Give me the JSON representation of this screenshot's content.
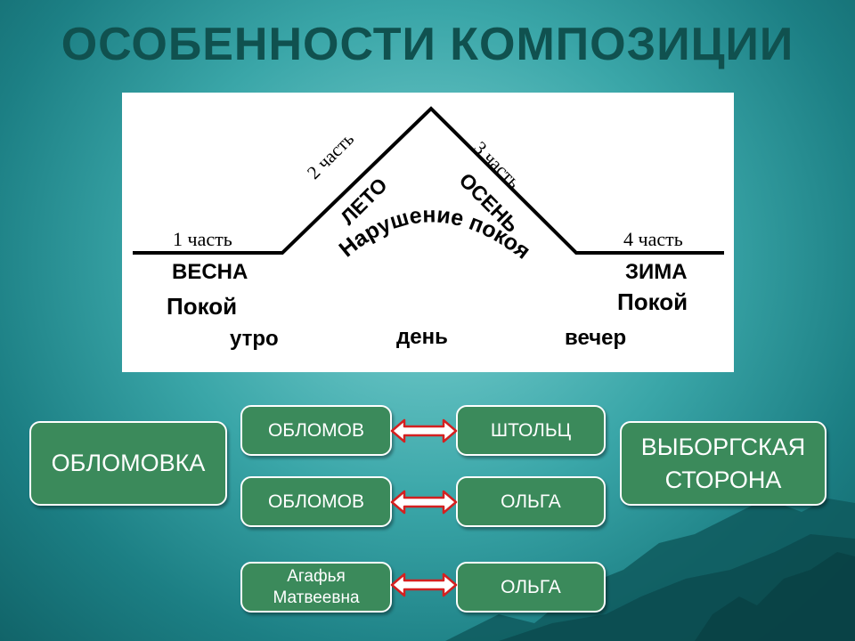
{
  "title": "ОСОБЕННОСТИ КОМПОЗИЦИИ",
  "diagram": {
    "part1": "1 часть",
    "season1": "ВЕСНА",
    "state1": "Покой",
    "part2": "2 часть",
    "season2": "ЛЕТО",
    "part3": "3 часть",
    "season3": "ОСЕНЬ",
    "middle": "Нарушение покоя",
    "part4": "4 часть",
    "season4": "ЗИМА",
    "state4": "Покой",
    "time_morning": "утро",
    "time_day": "день",
    "time_evening": "вечер"
  },
  "boxes": {
    "oblomovka": "ОБЛОМОВКА",
    "vyborg_line1": "ВЫБОРГСКАЯ",
    "vyborg_line2": "СТОРОНА",
    "row1_left": "ОБЛОМОВ",
    "row1_right": "ШТОЛЬЦ",
    "row2_left": "ОБЛОМОВ",
    "row2_right": "ОЛЬГА",
    "row3_left_line1": "Агафья",
    "row3_left_line2": "Матвеевна",
    "row3_right": "ОЛЬГА"
  },
  "colors": {
    "box_fill": "#3b8a5b",
    "title": "#10514f",
    "arrow": "#d42020"
  }
}
